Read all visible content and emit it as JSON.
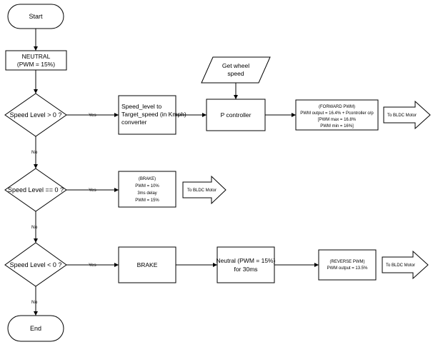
{
  "nodes": {
    "start": "Start",
    "end": "End",
    "neutral": [
      "NEUTRAL",
      "(PWM = 15%)"
    ],
    "dec1": "Speed Level > 0 ?",
    "dec2": "Speed Level == 0 ?",
    "dec3": "Speed Level < 0 ?",
    "converter": [
      "Speed_level to",
      "Target_speed (in Kmph)",
      "converter"
    ],
    "get_speed": [
      "Get wheel",
      "speed"
    ],
    "pcontroller": "P controller",
    "forward": [
      "(FORWARD PWM)",
      "PWM output = 16.4% + Pcontroller o/p",
      "[PWM max = 16.8%",
      "PWM min = 16%]"
    ],
    "brake_box": [
      "(BRAKE)",
      "PWM  = 10%",
      "3ms delay",
      "PWM = 15%"
    ],
    "brake": "BRAKE",
    "neutral30": [
      "Neutral (PWM = 15%)",
      "for 30ms"
    ],
    "reverse": [
      "(REVERSE PWM)",
      "PWM output = 13.5%"
    ],
    "motor1": "To BLDC Motor",
    "motor2": "To BLDC Motor",
    "motor3": "To BLDC Motor"
  },
  "labels": {
    "yes1": "Yes",
    "yes2": "Yes",
    "yes3": "Yes",
    "no1": "No",
    "no2": "No",
    "no3": "No"
  }
}
